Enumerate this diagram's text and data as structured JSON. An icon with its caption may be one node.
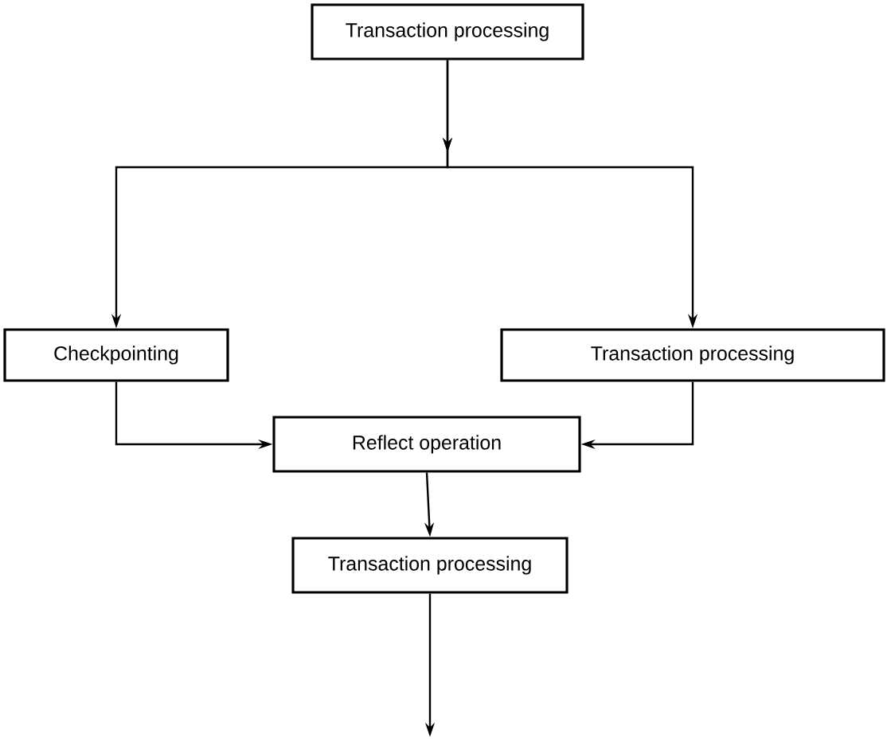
{
  "diagram": {
    "nodes": [
      {
        "text": [
          "Transaction processing"
        ]
      },
      {
        "text": [
          "Checkpointing"
        ]
      },
      {
        "text": [
          "Transaction processing"
        ]
      },
      {
        "text": [
          "Reflect operation"
        ]
      },
      {
        "text": [
          "Transaction processing"
        ]
      }
    ],
    "edges": [
      {
        "from": 0,
        "to": 1,
        "arrow": "to"
      },
      {
        "from": 0,
        "to": 2,
        "arrow": "to"
      },
      {
        "from": 1,
        "to": 3,
        "arrow": "to"
      },
      {
        "from": 2,
        "to": 3,
        "arrow": "to"
      },
      {
        "from": 3,
        "to": 4,
        "arrow": "to"
      },
      {
        "from": 4,
        "to": null,
        "arrow": "to"
      }
    ]
  }
}
